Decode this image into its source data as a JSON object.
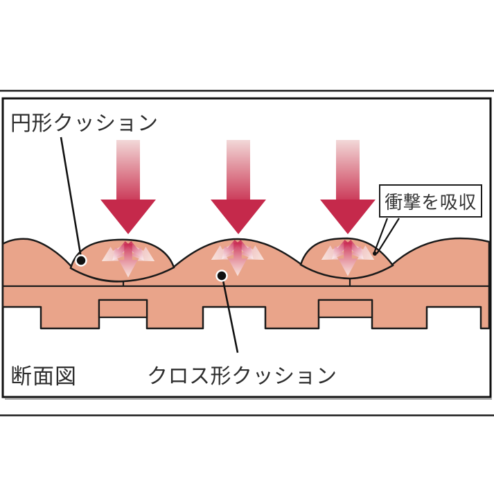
{
  "diagram": {
    "title_hint": "cushion material cross-section diagram",
    "labels": {
      "round_cushion": "円形クッション",
      "shock_absorb": "衝撃を吸収",
      "section_view": "断面図",
      "cross_cushion": "クロス形クッション"
    },
    "icons": {
      "impact_arrow": "impact-arrow-down",
      "dispersion_arrows": "shock-dispersion-arrows",
      "leader_dot": "leader-dot"
    },
    "colors": {
      "background": "#ffffff",
      "cushion_fill": "#e9a48a",
      "outline": "#1a1a1a",
      "impact_red": "#c5294b",
      "impact_light": "#f2d8d8",
      "spread_pink": "#c92a52",
      "text": "#2d2d2d"
    }
  }
}
